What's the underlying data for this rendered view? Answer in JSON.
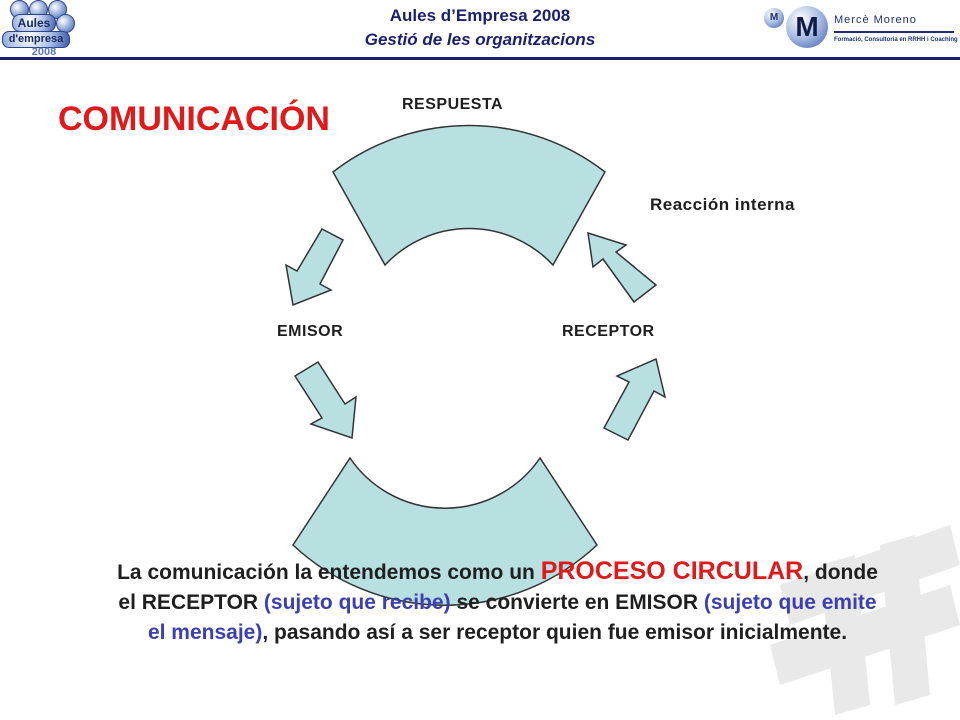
{
  "header": {
    "line1": "Aules d’Empresa 2008",
    "line2": "Gestió de les organitzacions"
  },
  "logo_left": {
    "word1": "Aules",
    "word2": "d'empresa",
    "year": "2008"
  },
  "logo_right": {
    "small_letter": "M",
    "big_letter": "M",
    "name": "Mercè Moreno",
    "tagline": "Formació, Consultoria en RRHH i Coaching"
  },
  "title": "COMUNICACIÓN",
  "diagram": {
    "top_label": "RESPUESTA",
    "right_label": "Reacción interna",
    "left_label": "EMISOR",
    "right_node_label": "RECEPTOR"
  },
  "paragraph": {
    "p1": "La comunicación la entendemos como un ",
    "p2": "PROCESO CIRCULAR",
    "p3": ", donde el RECEPTOR ",
    "p4": "(sujeto que recibe)",
    "p5": " se convierte en EMISOR ",
    "p6": "(sujeto que emite el mensaje)",
    "p7": ", pasando así a ser receptor quien fue emisor inicialmente."
  },
  "colors": {
    "accent_red": "#e01a1a",
    "navy": "#1a1f6e",
    "blue_text": "#3b3fb0",
    "shape_fill": "#b8e0e0"
  }
}
